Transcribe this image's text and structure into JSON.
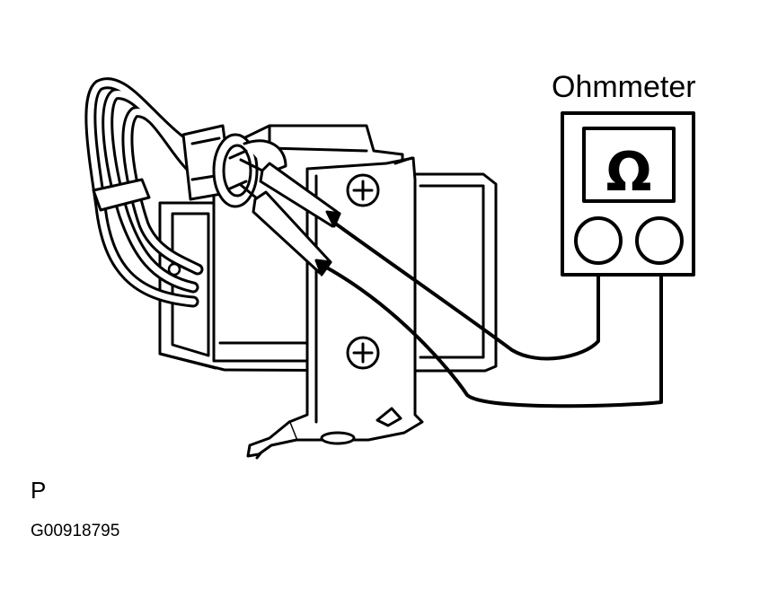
{
  "labels": {
    "meter_name": "Ohmmeter",
    "corner_letter": "P",
    "figure_code": "G00918795"
  },
  "meter": {
    "display_symbol": "Ω"
  },
  "colors": {
    "ink": "#000000",
    "paper": "#ffffff"
  }
}
